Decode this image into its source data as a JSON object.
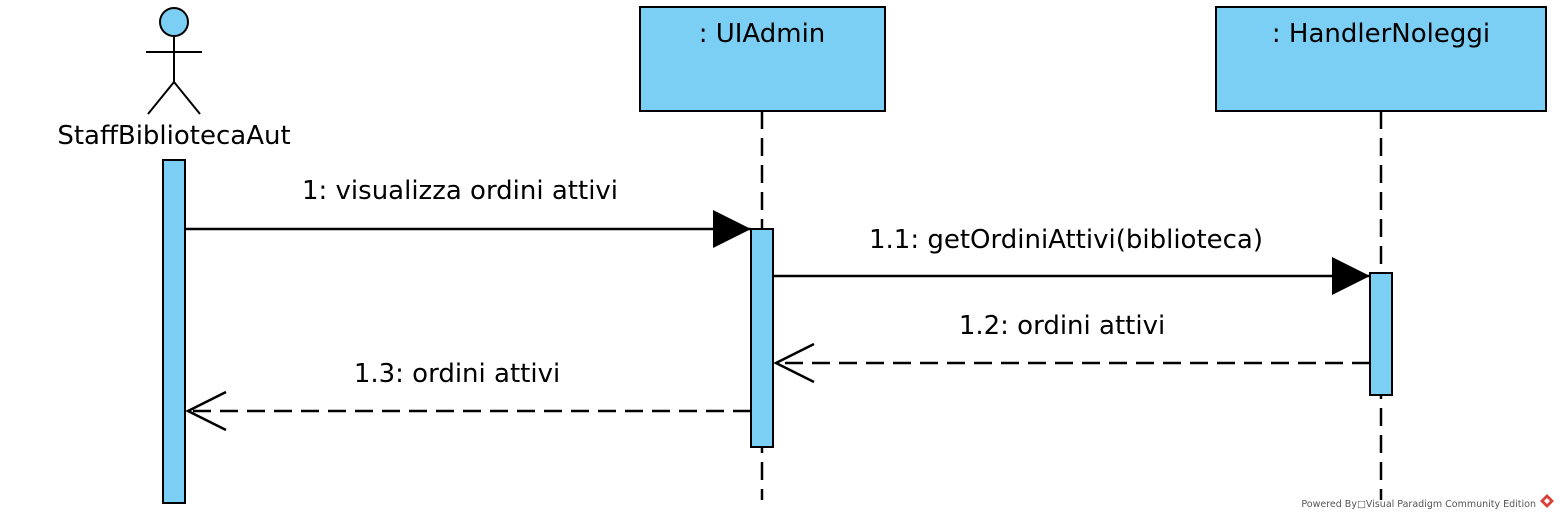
{
  "diagram": {
    "type": "sequence",
    "actor": {
      "name": "StaffBibliotecaAut"
    },
    "lifelines": [
      {
        "name": ": UIAdmin"
      },
      {
        "name": ": HandlerNoleggi"
      }
    ],
    "messages": [
      {
        "label": "1: visualizza ordini attivi",
        "kind": "synchronous",
        "from": "StaffBibliotecaAut",
        "to": ": UIAdmin"
      },
      {
        "label": "1.1: getOrdiniAttivi(biblioteca)",
        "kind": "synchronous",
        "from": ": UIAdmin",
        "to": ": HandlerNoleggi"
      },
      {
        "label": "1.2: ordini attivi",
        "kind": "return",
        "from": ": HandlerNoleggi",
        "to": ": UIAdmin"
      },
      {
        "label": "1.3: ordini attivi",
        "kind": "return",
        "from": ": UIAdmin",
        "to": "StaffBibliotecaAut"
      }
    ],
    "colors": {
      "fill": "#7ccff4",
      "stroke": "#000000"
    }
  },
  "watermark": "Powered By□Visual Paradigm Community Edition"
}
